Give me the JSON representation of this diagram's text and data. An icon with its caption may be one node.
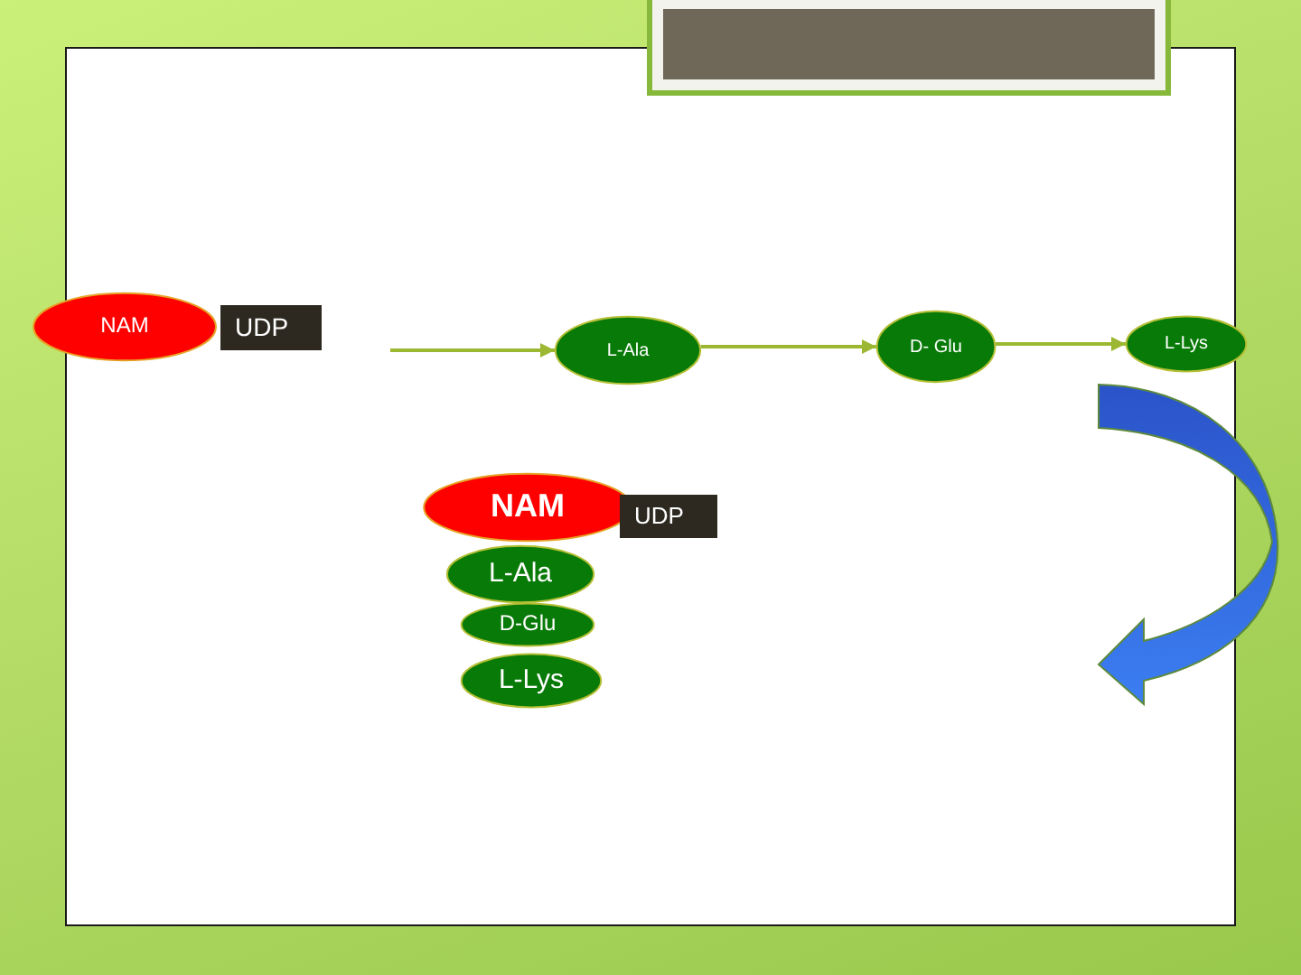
{
  "diagram": {
    "nodes": [
      {
        "text": [
          "NAM"
        ]
      },
      {
        "text": [
          "UDP"
        ]
      },
      {
        "text": [
          "L-Ala"
        ]
      },
      {
        "text": [
          "D- Glu"
        ]
      },
      {
        "text": [
          "L-Lys"
        ]
      },
      {
        "text": [
          "NAM"
        ]
      },
      {
        "text": [
          "UDP"
        ]
      },
      {
        "text": [
          "L-Ala"
        ]
      },
      {
        "text": [
          "D-Glu"
        ]
      },
      {
        "text": [
          "L-Lys"
        ]
      }
    ],
    "edges": [
      {
        "from": null,
        "to": 2,
        "arrow": "to"
      },
      {
        "from": 2,
        "to": 3,
        "arrow": "to"
      },
      {
        "from": 3,
        "to": 4,
        "arrow": "to"
      }
    ]
  }
}
